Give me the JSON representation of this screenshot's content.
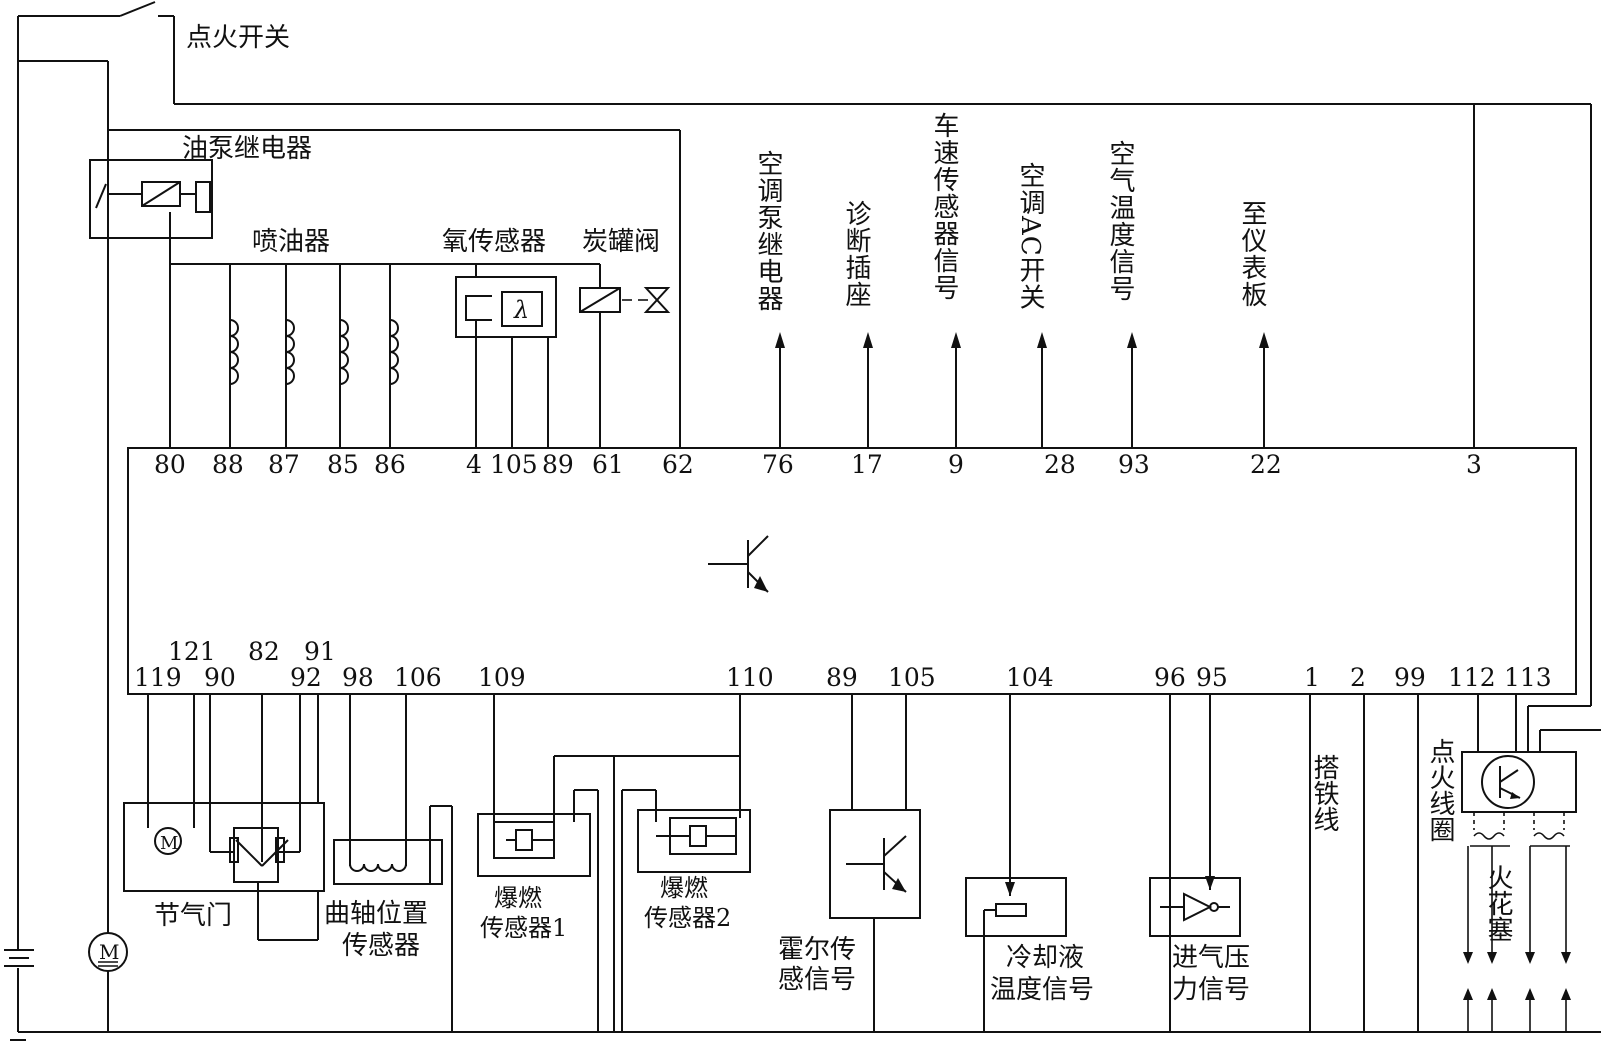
{
  "labels": {
    "ignition_switch": "点火开关",
    "fuel_pump_relay": "油泵继电器",
    "injectors": "喷油器",
    "oxygen_sensor": "氧传感器",
    "canister_valve": "炭罐阀",
    "lambda_symbol": "λ",
    "motor_symbol": "M",
    "throttle": "节气门",
    "crank_sensor_line1": "曲轴位置",
    "crank_sensor_line2": "传感器",
    "knock_sensor1_line1": "爆燃",
    "knock_sensor1_line2": "传感器1",
    "knock_sensor2_line1": "爆燃",
    "knock_sensor2_line2": "传感器2",
    "hall_line1": "霍尔传",
    "hall_line2": "感信号",
    "coolant_line1": "冷却液",
    "coolant_line2": "温度信号",
    "intake_line1": "进气压",
    "intake_line2": "力信号",
    "ground": "搭铁线",
    "ignition_coil": "点火线圈",
    "spark_plug": "火花塞"
  },
  "outputs": [
    {
      "text": "空调泵继电器",
      "pin": "76"
    },
    {
      "text": "诊断插座",
      "pin": "17"
    },
    {
      "text": "车速传感器信号",
      "pin": "9"
    },
    {
      "text": "空调AC开关",
      "pin": "28"
    },
    {
      "text": "空气温度信号",
      "pin": "93"
    },
    {
      "text": "至仪表板",
      "pin": "22"
    }
  ],
  "top_pins": [
    "80",
    "88",
    "87",
    "85",
    "86",
    "4",
    "105",
    "89",
    "61",
    "62",
    "76",
    "17",
    "9",
    "28",
    "93",
    "22",
    "3"
  ],
  "bottom_pins": [
    "119",
    "121",
    "90",
    "82",
    "92",
    "91",
    "98",
    "106",
    "109",
    "110",
    "89",
    "105",
    "104",
    "96",
    "95",
    "1",
    "2",
    "99",
    "112",
    "113"
  ]
}
